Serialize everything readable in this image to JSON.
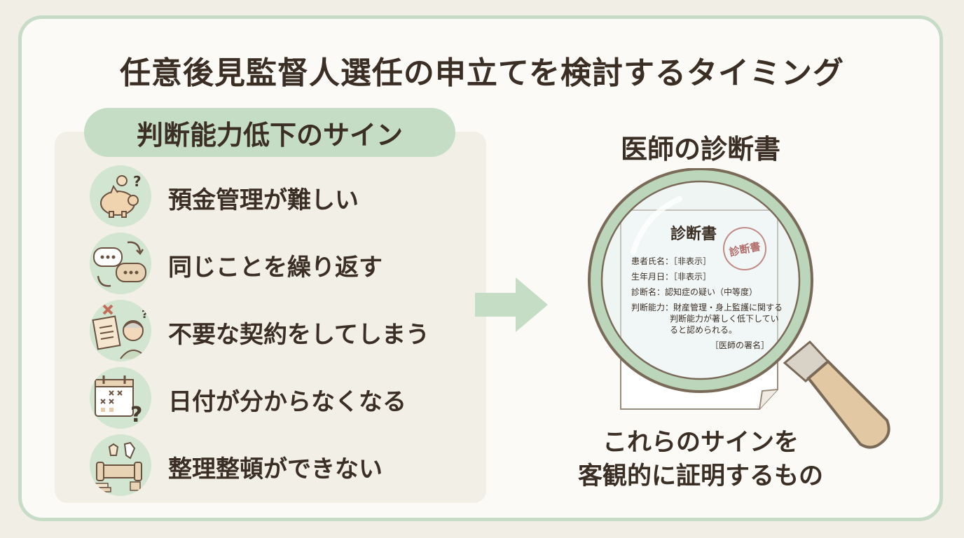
{
  "title": "任意後見監督人選任の申立てを検討するタイミング",
  "left_section": {
    "heading": "判断能力低下のサイン",
    "items": [
      {
        "label": "預金管理が難しい",
        "icon": "piggy-bank-question-icon"
      },
      {
        "label": "同じことを繰り返す",
        "icon": "repeating-speech-icon"
      },
      {
        "label": "不要な契約をしてしまう",
        "icon": "contract-confused-elder-icon"
      },
      {
        "label": "日付が分からなくなる",
        "icon": "calendar-question-icon"
      },
      {
        "label": "整理整頓ができない",
        "icon": "messy-room-icon"
      }
    ]
  },
  "right_section": {
    "heading": "医師の診断書",
    "document": {
      "title": "診断書",
      "stamp": "診断書",
      "fields": [
        {
          "label": "患者氏名",
          "value": "［非表示］"
        },
        {
          "label": "生年月日",
          "value": "［非表示］"
        },
        {
          "label": "診断名",
          "value": "認知症の疑い（中等度）"
        },
        {
          "label": "判断能力",
          "value": "財産管理・身上監護に関する"
        }
      ],
      "continuation": [
        "判断能力が著しく低下してい",
        "ると認められる。"
      ],
      "signature": "［医師の署名］"
    },
    "caption_lines": [
      "これらのサインを",
      "客観的に証明するもの"
    ]
  },
  "colors": {
    "accent_green": "#c5ddc5",
    "icon_circle": "#d2e5d0",
    "text": "#3b2f25",
    "magnifier_handle": "#e2c9a3",
    "stamp": "#b26f6b"
  }
}
